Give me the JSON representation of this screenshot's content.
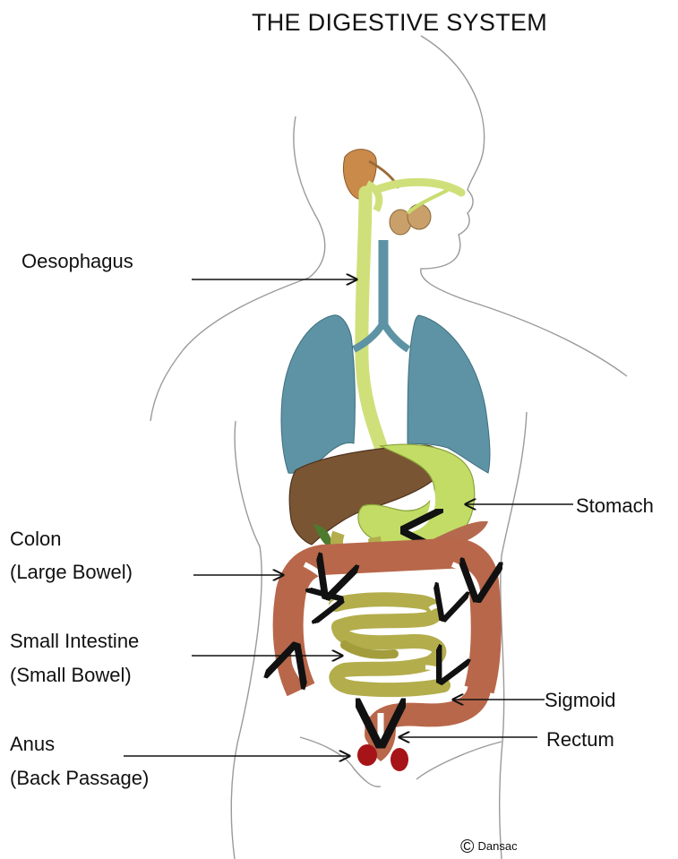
{
  "title": "THE DIGESTIVE SYSTEM",
  "labels": {
    "oesophagus": "Oesophagus",
    "stomach": "Stomach",
    "colon_line1": "Colon",
    "colon_line2": "(Large Bowel)",
    "small_intestine_line1": "Small Intestine",
    "small_intestine_line2": "(Small Bowel)",
    "sigmoid": "Sigmoid",
    "rectum": "Rectum",
    "anus_line1": "Anus",
    "anus_line2": "(Back Passage)"
  },
  "copyright": {
    "symbol": "©",
    "text": "Dansac"
  },
  "colors": {
    "outline": "#9a9a9a",
    "oesophagus": "#cfe07a",
    "stomach": "#c2dc66",
    "lungs": "#5d93a4",
    "liver": "#7a5533",
    "colon": "#b8674a",
    "small_intestine": "#b3ad4c",
    "rectum_red": "#a61418",
    "glands": "#c99f6a"
  }
}
